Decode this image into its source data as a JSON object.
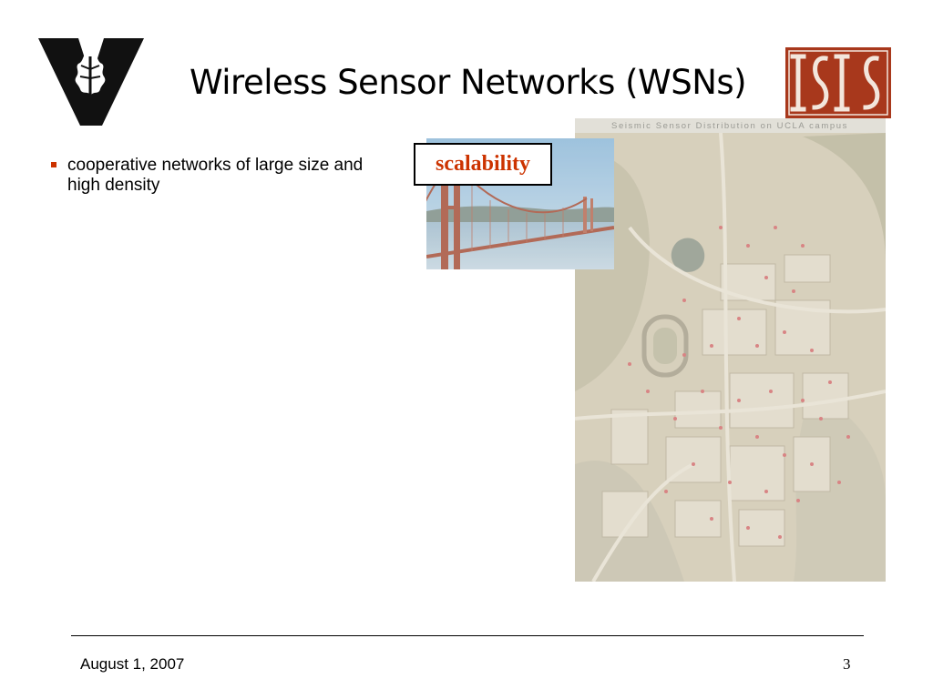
{
  "slide": {
    "title": "Wireless Sensor Networks (WSNs)",
    "bullets": [
      "cooperative networks of large size and high density"
    ],
    "callout": "scalability",
    "map_caption": "Seismic Sensor Distribution on UCLA campus",
    "date": "August 1, 2007",
    "page_number": "3"
  },
  "colors": {
    "accent": "#cc3300",
    "isis_red": "#a8381c"
  },
  "icons": {
    "left_logo": "vanderbilt-v-logo",
    "right_logo": "isis-logo"
  }
}
